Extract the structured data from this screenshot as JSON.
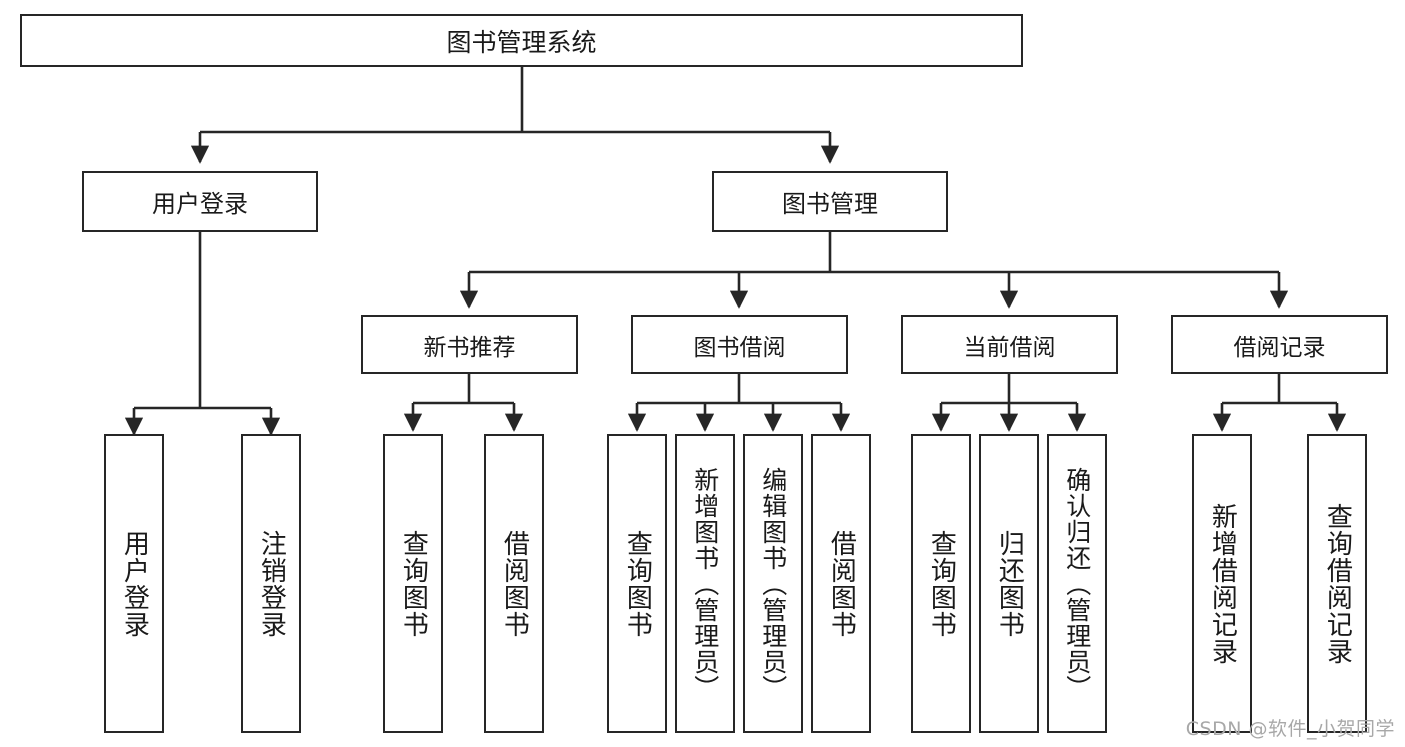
{
  "diagram": {
    "title": "图书管理系统",
    "type": "tree",
    "watermark": "CSDN @软件_小贺同学",
    "colors": {
      "stroke": "#262626",
      "fill": "#ffffff",
      "text": "#1a1a1a",
      "watermark": "#a8a8a8"
    },
    "root": {
      "label": "图书管理系统"
    },
    "level2": [
      {
        "label": "用户登录"
      },
      {
        "label": "图书管理"
      }
    ],
    "level3": [
      {
        "label": "新书推荐"
      },
      {
        "label": "图书借阅"
      },
      {
        "label": "当前借阅"
      },
      {
        "label": "借阅记录"
      }
    ],
    "leaves": {
      "user_login": [
        {
          "label": "用户登录"
        },
        {
          "label": "注销登录"
        }
      ],
      "new_book_recommend": [
        {
          "label": "查询图书"
        },
        {
          "label": "借阅图书"
        }
      ],
      "book_borrow": [
        {
          "label": "查询图书"
        },
        {
          "label": "新增图书（管理员）"
        },
        {
          "label": "编辑图书（管理员）"
        },
        {
          "label": "借阅图书"
        }
      ],
      "current_borrow": [
        {
          "label": "查询图书"
        },
        {
          "label": "归还图书"
        },
        {
          "label": "确认归还（管理员）"
        }
      ],
      "borrow_record": [
        {
          "label": "新增借阅记录"
        },
        {
          "label": "查询借阅记录"
        }
      ]
    }
  }
}
